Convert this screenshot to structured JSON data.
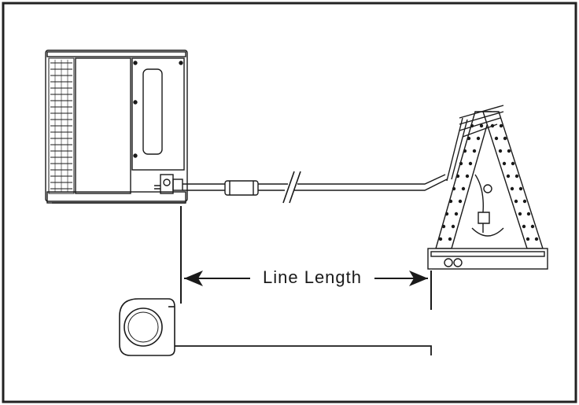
{
  "diagram": {
    "measure_label": "Line Length",
    "components": [
      "outdoor-condenser-unit",
      "refrigerant-line-set",
      "filter-drier",
      "indoor-a-coil",
      "tape-measure"
    ]
  },
  "colors": {
    "stroke": "#1a1a1a",
    "fill": "#ffffff",
    "frame": "#222222"
  }
}
